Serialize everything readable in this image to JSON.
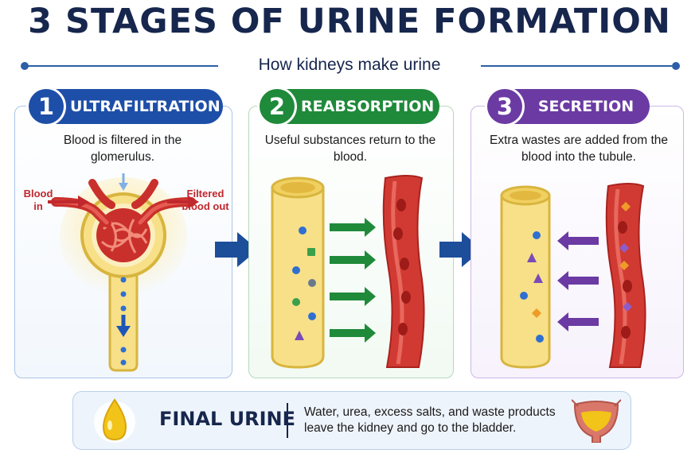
{
  "title": "3 STAGES OF URINE FORMATION",
  "subtitle": "How kidneys make urine",
  "colors": {
    "navy": "#16264d",
    "stage1": "#1e4fa8",
    "stage2": "#1f8a3a",
    "stage3": "#6b3aa3",
    "blood": "#d13a32",
    "tubule": "#f2d868"
  },
  "stages": [
    {
      "number": "1",
      "label": "ULTRAFILTRATION",
      "description": "Blood is filtered in the glomerulus.",
      "blood_in_label": "Blood in",
      "filtered_out_label": "Filtered blood out"
    },
    {
      "number": "2",
      "label": "REABSORPTION",
      "description": "Useful substances return to the blood."
    },
    {
      "number": "3",
      "label": "SECRETION",
      "description": "Extra wastes are added from the blood into the tubule."
    }
  ],
  "final": {
    "title": "FINAL URINE",
    "text": "Water, urea, excess salts, and waste products leave the kidney and go to the bladder.",
    "left_icon": "urine-drop-icon",
    "right_icon": "bladder-icon"
  }
}
